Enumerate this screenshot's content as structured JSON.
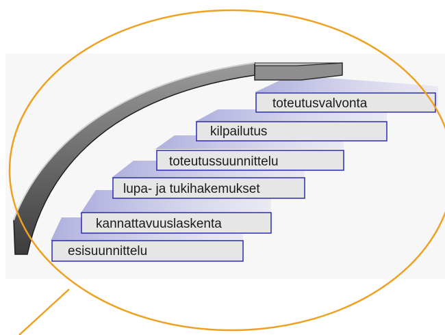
{
  "steps": [
    {
      "label": "esisuunnittelu"
    },
    {
      "label": "kannattavuuslaskenta"
    },
    {
      "label": "lupa- ja tukihakemukset"
    },
    {
      "label": "toteutussuunnittelu"
    },
    {
      "label": "kilpailutus"
    },
    {
      "label": "toteutusvalvonta"
    }
  ],
  "colors": {
    "label_fill": "#e6e6e6",
    "label_border": "#2a2ab0",
    "step_shadow": "#9a9ad6",
    "arc_dark": "#3a3a3a",
    "arc_light": "#9a9a9a",
    "ellipse": "#f0a020",
    "background_panel": "#f6f6f6"
  }
}
